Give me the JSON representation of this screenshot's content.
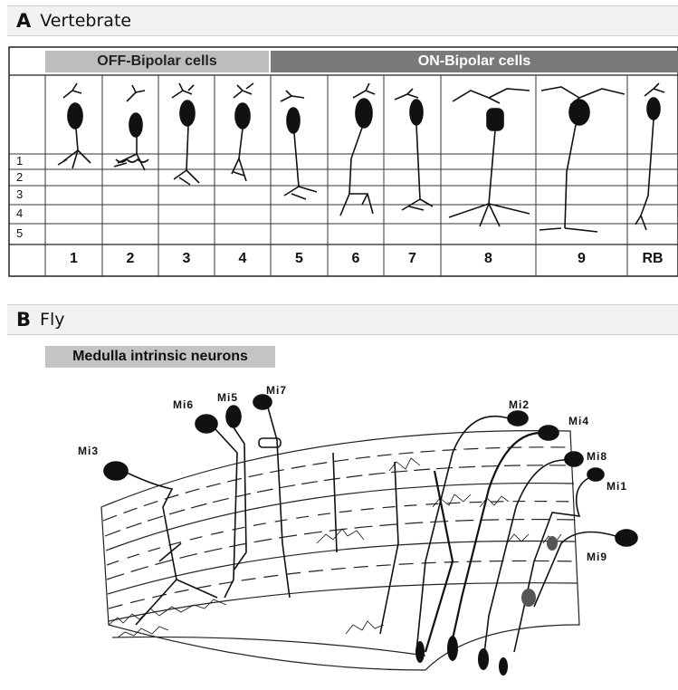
{
  "panel_a": {
    "letter": "A",
    "title": "Vertebrate",
    "off_label": "OFF-Bipolar cells",
    "on_label": "ON-Bipolar cells",
    "layers": [
      "1",
      "2",
      "3",
      "4",
      "5"
    ],
    "cell_types": [
      "1",
      "2",
      "3",
      "4",
      "5",
      "6",
      "7",
      "8",
      "9",
      "RB"
    ]
  },
  "panel_b": {
    "letter": "B",
    "title": "Fly",
    "subtitle": "Medulla intrinsic neurons",
    "neurons": [
      "Mi3",
      "Mi6",
      "Mi5",
      "Mi7",
      "Mi2",
      "Mi4",
      "Mi8",
      "Mi1",
      "Mi9"
    ]
  },
  "colors": {
    "header_bg": "#f2f2f2",
    "off_pill": "#bdbdbd",
    "on_pill": "#7a7a7a",
    "ink": "#111111"
  }
}
